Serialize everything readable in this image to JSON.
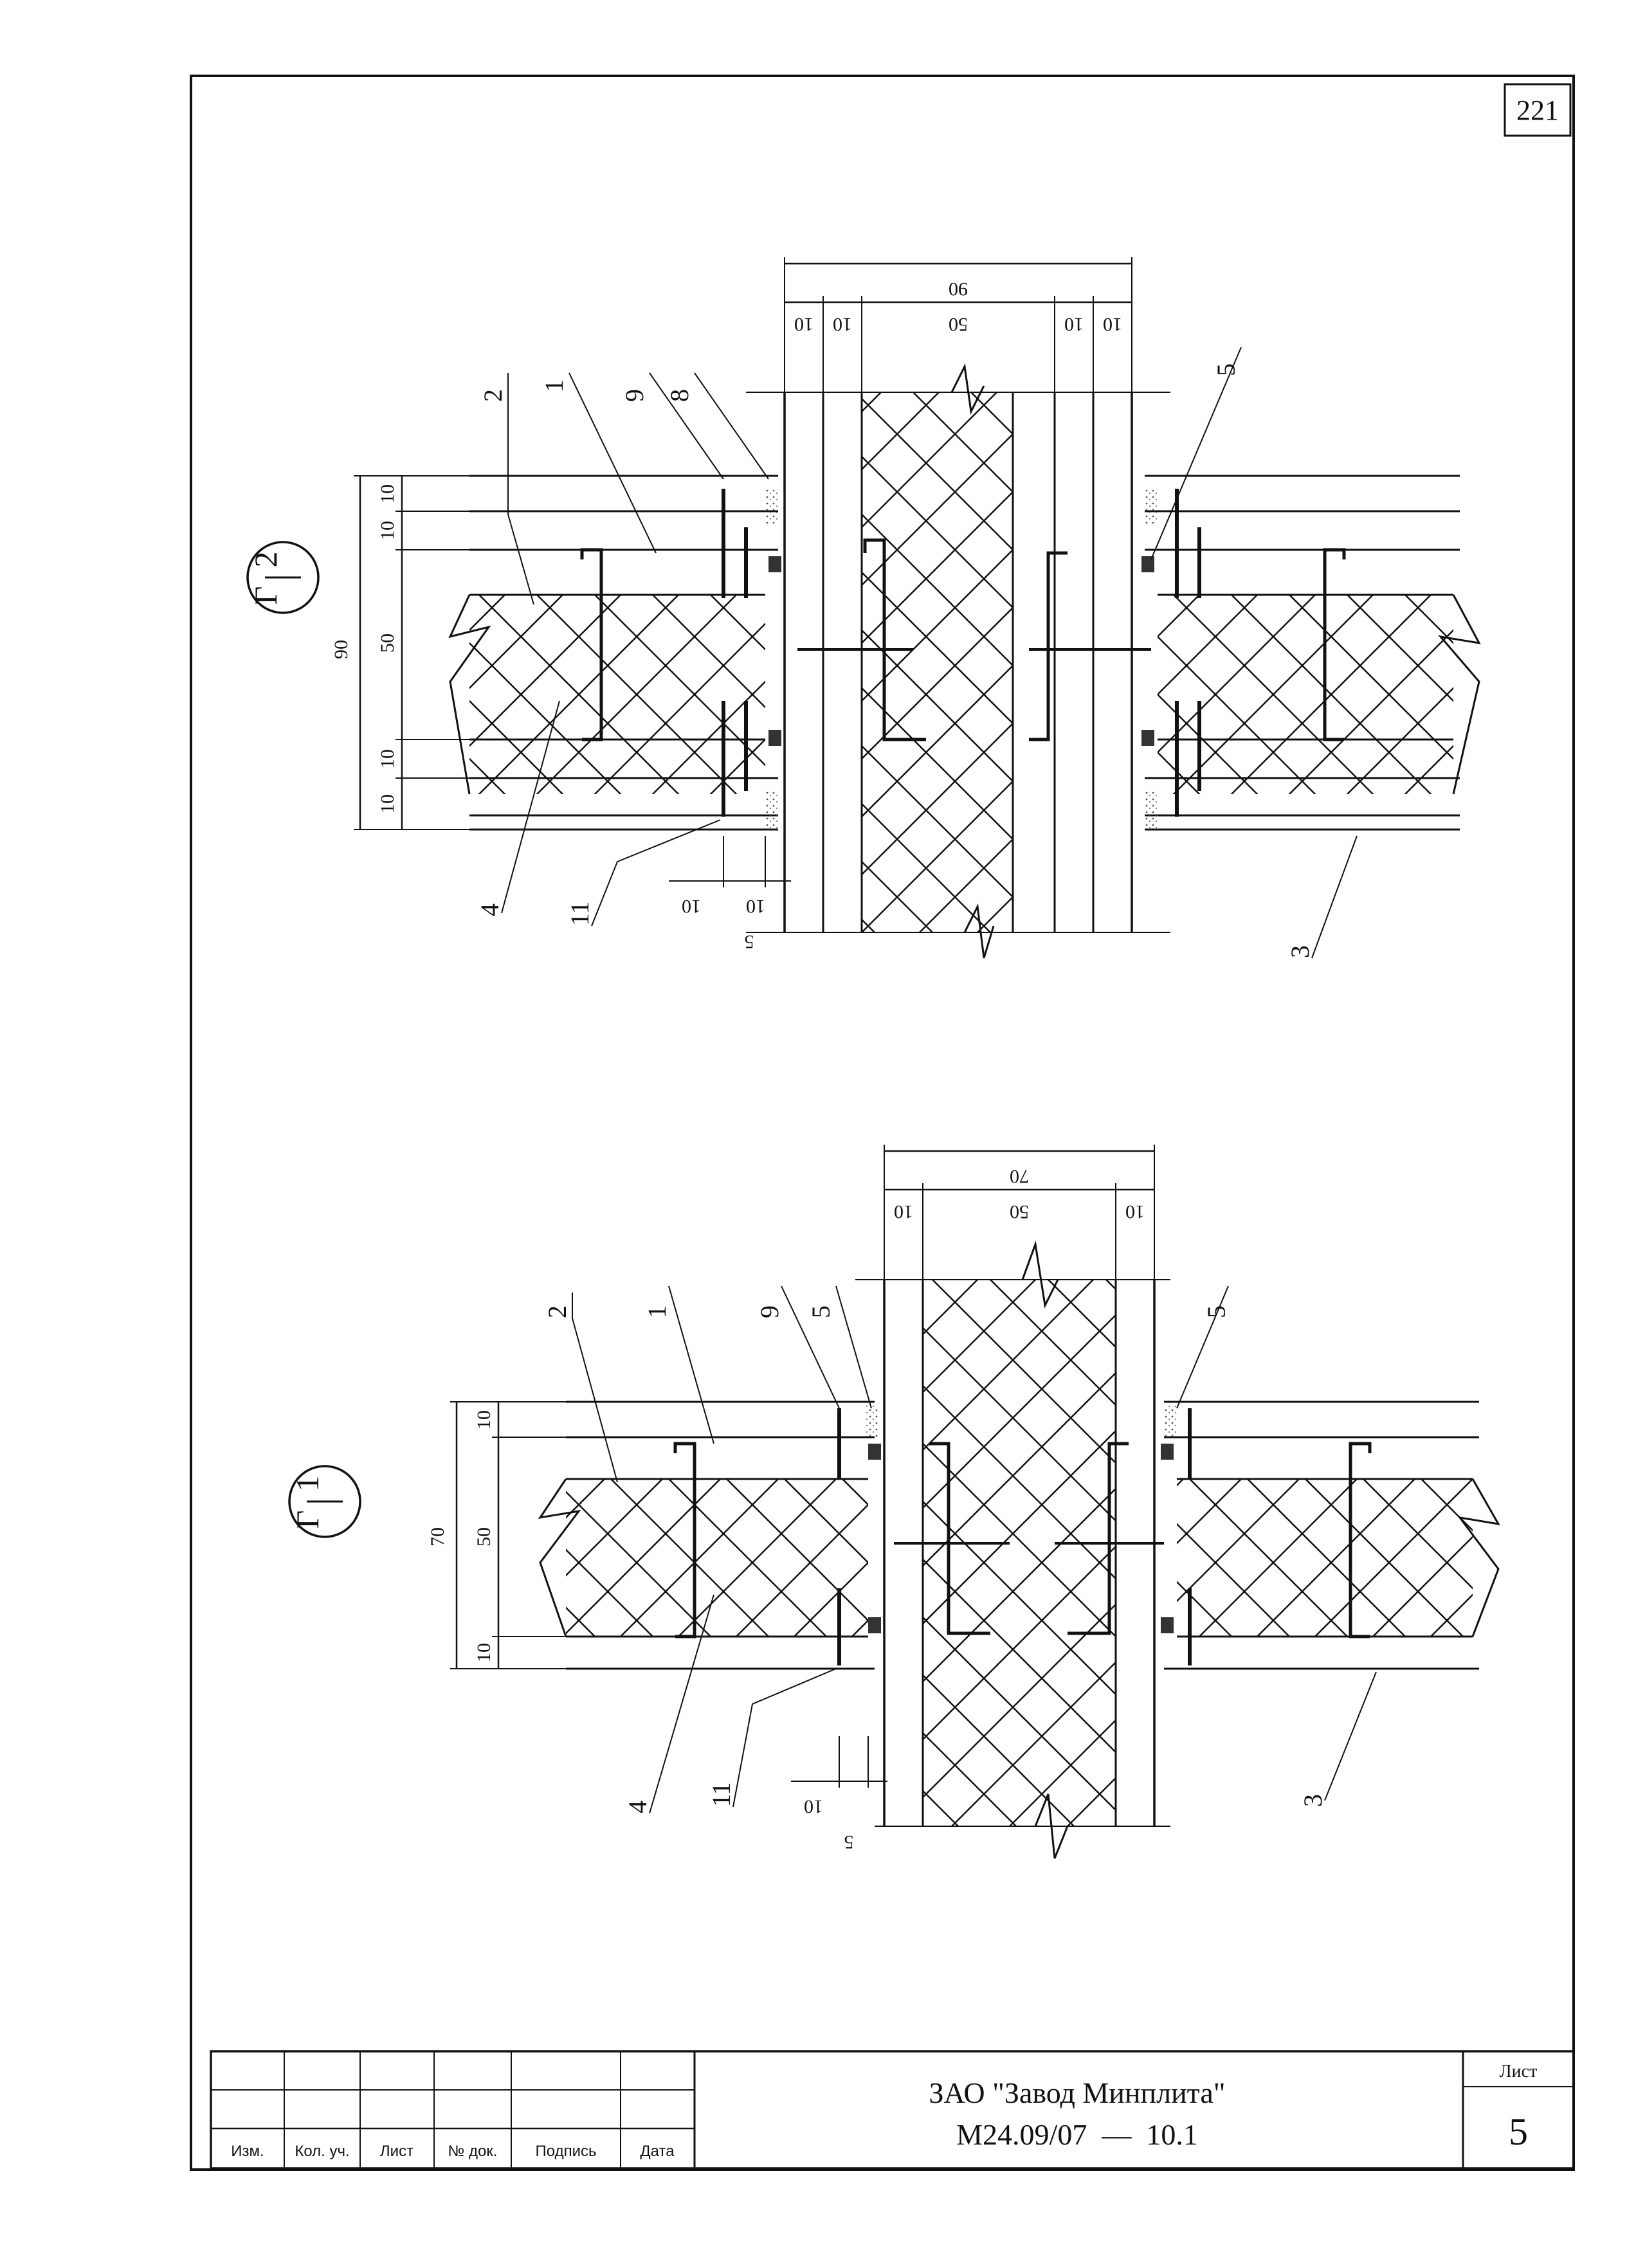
{
  "sheet": {
    "number_top": "221"
  },
  "title_block": {
    "organization": "ЗАО \"Завод Минплита\"",
    "document_code": "М24.09/07  —  10.1",
    "sheet_label": "Лист",
    "sheet_value": "5",
    "columns": [
      "Изм.",
      "Кол. уч.",
      "Лист",
      "№ док.",
      "Подпись",
      "Дата"
    ]
  },
  "detail_top": {
    "marker_letter": "Г",
    "marker_number": "2",
    "dims_top": {
      "total": "90",
      "parts": [
        "10",
        "10",
        "50",
        "10",
        "10"
      ]
    },
    "dims_left": {
      "total": "90",
      "parts": [
        "10",
        "10",
        "50",
        "10",
        "10"
      ]
    },
    "dims_bottom": {
      "a": "10",
      "b": "10",
      "c": "5"
    },
    "callouts": [
      "2",
      "1",
      "9",
      "8",
      "5",
      "4",
      "11",
      "3"
    ]
  },
  "detail_bottom": {
    "marker_letter": "Г",
    "marker_number": "1",
    "dims_top": {
      "total": "70",
      "parts": [
        "10",
        "50",
        "10"
      ]
    },
    "dims_left": {
      "total": "70",
      "parts": [
        "10",
        "50",
        "10"
      ]
    },
    "dims_bottom": {
      "a": "10",
      "c": "5"
    },
    "callouts": [
      "2",
      "1",
      "9",
      "5",
      "5",
      "4",
      "11",
      "3"
    ]
  }
}
